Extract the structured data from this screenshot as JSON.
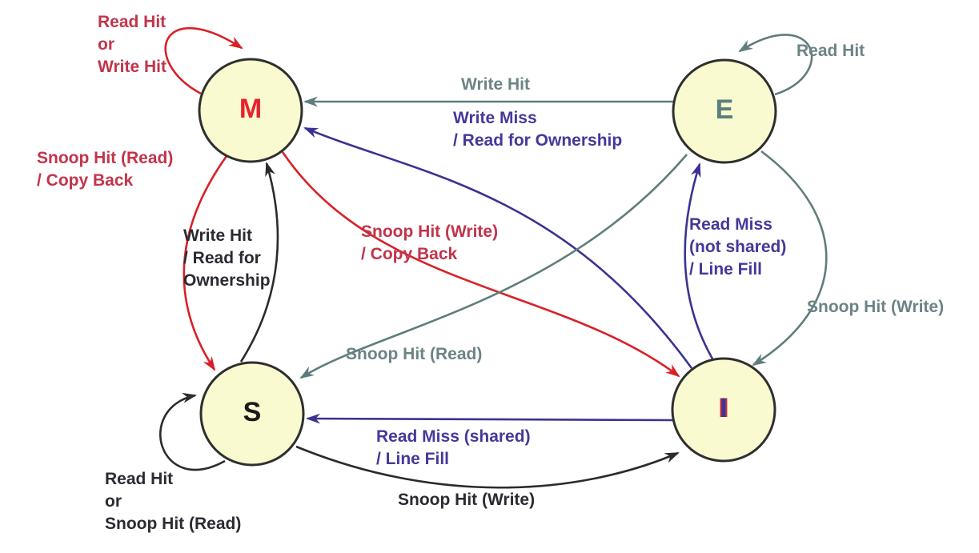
{
  "diagram": {
    "type": "state-diagram",
    "subject": "MESI cache coherence protocol",
    "states": {
      "m": {
        "label": "M",
        "letter_color": "#E8212E"
      },
      "e": {
        "label": "E",
        "letter_color": "#5B7F7F"
      },
      "s": {
        "label": "S",
        "letter_color": "#1A1A1A"
      },
      "i": {
        "label": "I",
        "letter_color": "#39379B"
      }
    },
    "edges": {
      "m_self": {
        "from": "M",
        "to": "M",
        "color": "#D92027",
        "label": "Read Hit\nor\nWrite Hit"
      },
      "e_self": {
        "from": "E",
        "to": "E",
        "color": "#5F7D7D",
        "label": "Read Hit"
      },
      "s_self": {
        "from": "S",
        "to": "S",
        "color": "#2B2B2B",
        "label": "Read Hit\nor\nSnoop Hit (Read)"
      },
      "e_to_m": {
        "from": "E",
        "to": "M",
        "color": "#5F7D7D",
        "label": "Write Hit"
      },
      "i_to_m": {
        "from": "I",
        "to": "M",
        "color": "#3B3392",
        "label": "Write Miss\n/ Read for Ownership"
      },
      "m_to_s": {
        "from": "M",
        "to": "S",
        "color": "#D92027",
        "label": "Snoop Hit (Read)\n/ Copy Back"
      },
      "s_to_m": {
        "from": "S",
        "to": "M",
        "color": "#2B2B2B",
        "label": "Write Hit\n/ Read for\nOwnership"
      },
      "m_to_i": {
        "from": "M",
        "to": "I",
        "color": "#D92027",
        "label": "Snoop Hit (Write)\n/ Copy Back"
      },
      "i_to_e": {
        "from": "I",
        "to": "E",
        "color": "#3B3392",
        "label": "Read Miss\n(not shared)\n/ Line Fill"
      },
      "e_to_i": {
        "from": "E",
        "to": "I",
        "color": "#5F7D7D",
        "label": "Snoop Hit (Write)"
      },
      "e_to_s": {
        "from": "E",
        "to": "S",
        "color": "#5F7D7D",
        "label": "Snoop Hit (Read)"
      },
      "i_to_s": {
        "from": "I",
        "to": "S",
        "color": "#3B3392",
        "label": "Read Miss (shared)\n/ Line Fill"
      },
      "s_to_i": {
        "from": "S",
        "to": "I",
        "color": "#2B2B2B",
        "label": "Snoop Hit (Write)"
      }
    },
    "colors": {
      "state_fill": "#FAFAD0",
      "state_border": "#2F2F2F",
      "red_label": "#C2344B",
      "gray_label": "#6C8384",
      "purple_label": "#44399A",
      "black_label": "#2A2A33",
      "background": "#FFFFFF"
    }
  }
}
